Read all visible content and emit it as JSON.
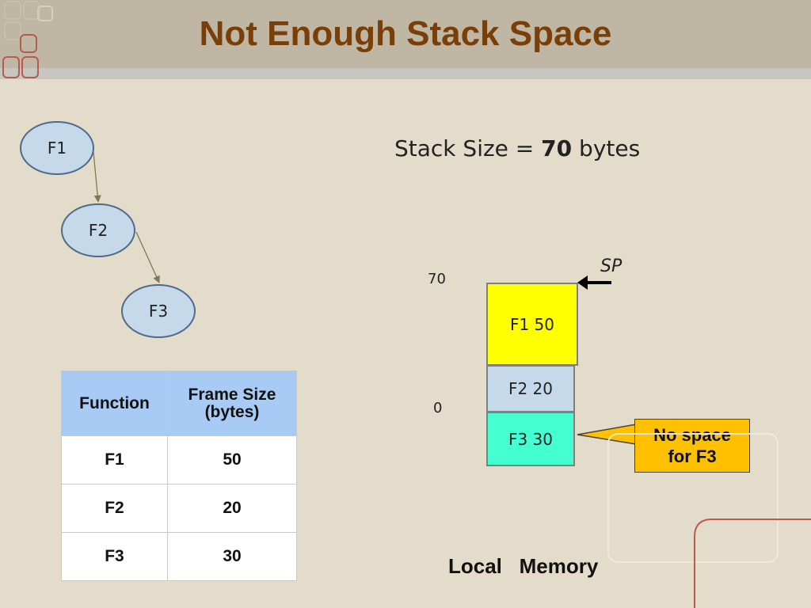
{
  "title": "Not Enough Stack Space",
  "call_graph": {
    "nodes": [
      {
        "id": "F1",
        "label": "F1"
      },
      {
        "id": "F2",
        "label": "F2"
      },
      {
        "id": "F3",
        "label": "F3"
      }
    ],
    "edges": [
      {
        "from": "F1",
        "to": "F2"
      },
      {
        "from": "F2",
        "to": "F3"
      }
    ]
  },
  "table": {
    "headers": [
      "Function",
      "Frame Size (bytes)"
    ],
    "rows": [
      {
        "function": "F1",
        "size": "50"
      },
      {
        "function": "F2",
        "size": "20"
      },
      {
        "function": "F3",
        "size": "30"
      }
    ]
  },
  "stack": {
    "size_prefix": "Stack Size = ",
    "size_value": "70",
    "size_suffix": " bytes",
    "top_address": "70",
    "bottom_address": "0",
    "sp_label": "SP",
    "frames": [
      {
        "label": "F1 50",
        "color": "#ffff00"
      },
      {
        "label": "F2 20",
        "color": "#c6d9ea"
      },
      {
        "label": "F3 30",
        "color": "#44ffd0"
      }
    ],
    "callout_line1": "No space",
    "callout_line2": "for F3",
    "caption": "Local   Memory"
  },
  "colors": {
    "title": "#7a3f08",
    "node_fill": "#c6d9ea",
    "node_stroke": "#4f6b8a",
    "edge": "#7a7a50",
    "callout": "#ffc000",
    "table_header": "#a7cbf5"
  }
}
